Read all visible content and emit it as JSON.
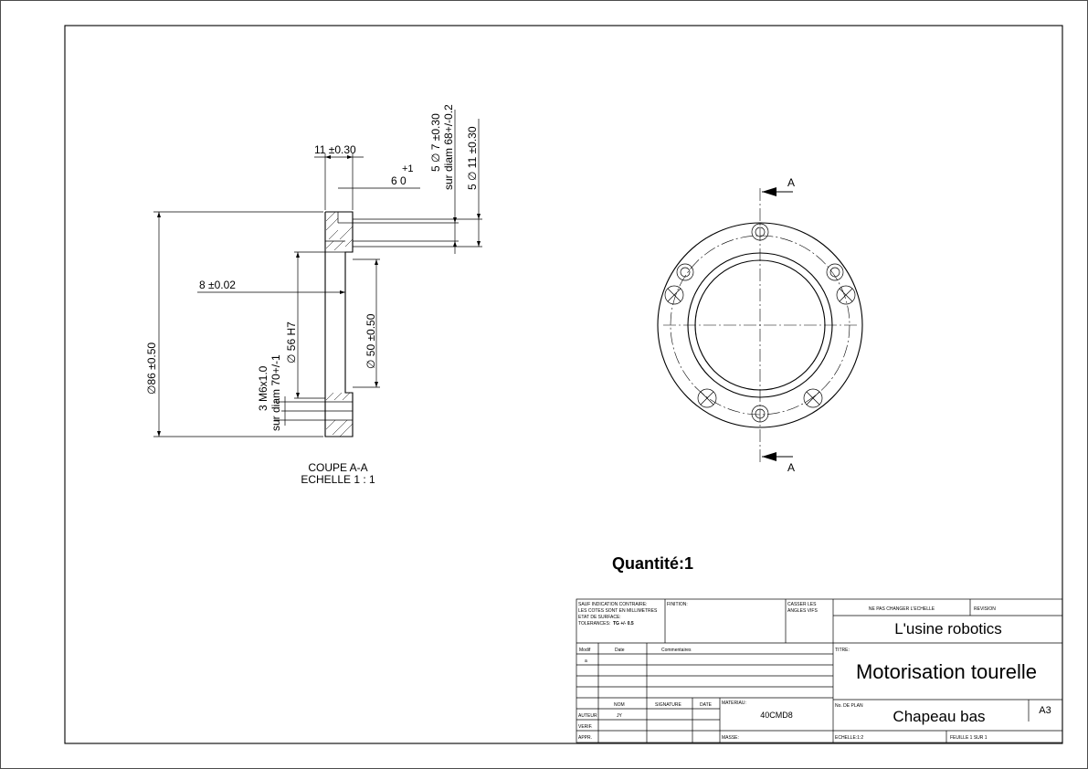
{
  "drawing": {
    "section_dims": {
      "d_tolerance_11": "11 ±0.30",
      "fit_6_upper": "+1",
      "fit_6_main": "6   0",
      "holes_7": "5 ∅ 7 ±0.30",
      "holes_7_on": "sur diam 68+/-0.2",
      "holes_11": "5 ∅ 11 ±0.30",
      "thick_8": "8 ±0.02",
      "dia_86": "∅86 ±0.50",
      "thread": "3 M6x1.0",
      "thread_on": "sur diam 70+/-1",
      "dia_56": "∅ 56 H7",
      "dia_50": "∅ 50 ±0.50"
    },
    "section_caption": {
      "line1": "COUPE A-A",
      "line2": "ECHELLE 1 : 1"
    },
    "view_marks": {
      "top": "A",
      "bottom": "A"
    },
    "quantity": "Quantité:1"
  },
  "title_block": {
    "general_note": [
      "SAUF INDICATION CONTRAIRE:",
      "LES COTES SONT EN MILLIMETRES",
      "ETAT DE SURFACE:",
      "TOLERANCES:"
    ],
    "general_tol": "TG +/- 0.5",
    "finish_label": "FINITION:",
    "break_edges": [
      "CASSER LES",
      "ANGLES VIFS"
    ],
    "no_scale": "NE PAS CHANGER L'ECHELLE",
    "revision_label": "REVISION",
    "company": "L'usine robotics",
    "title_label": "TITRE:",
    "title": "Motorisation tourelle",
    "rev_headers": {
      "modif": "Modif",
      "date": "Date",
      "comments": "Commentaires"
    },
    "rev_first": "a",
    "signature_headers": {
      "name": "NOM",
      "signature": "SIGNATURE",
      "date": "DATE"
    },
    "material_label": "MATERIAU:",
    "material": "40CMD8",
    "author_label": "AUTEUR",
    "author": "JY",
    "verif_label": "VERIF.",
    "approv_label": "APPR.",
    "plan_label": "No. DE PLAN",
    "plan_name": "Chapeau bas",
    "format": "A3",
    "mass_label": "MASSE:",
    "scale": "ECHELLE:1:2",
    "sheet": "FEUILLE 1 SUR 1"
  }
}
